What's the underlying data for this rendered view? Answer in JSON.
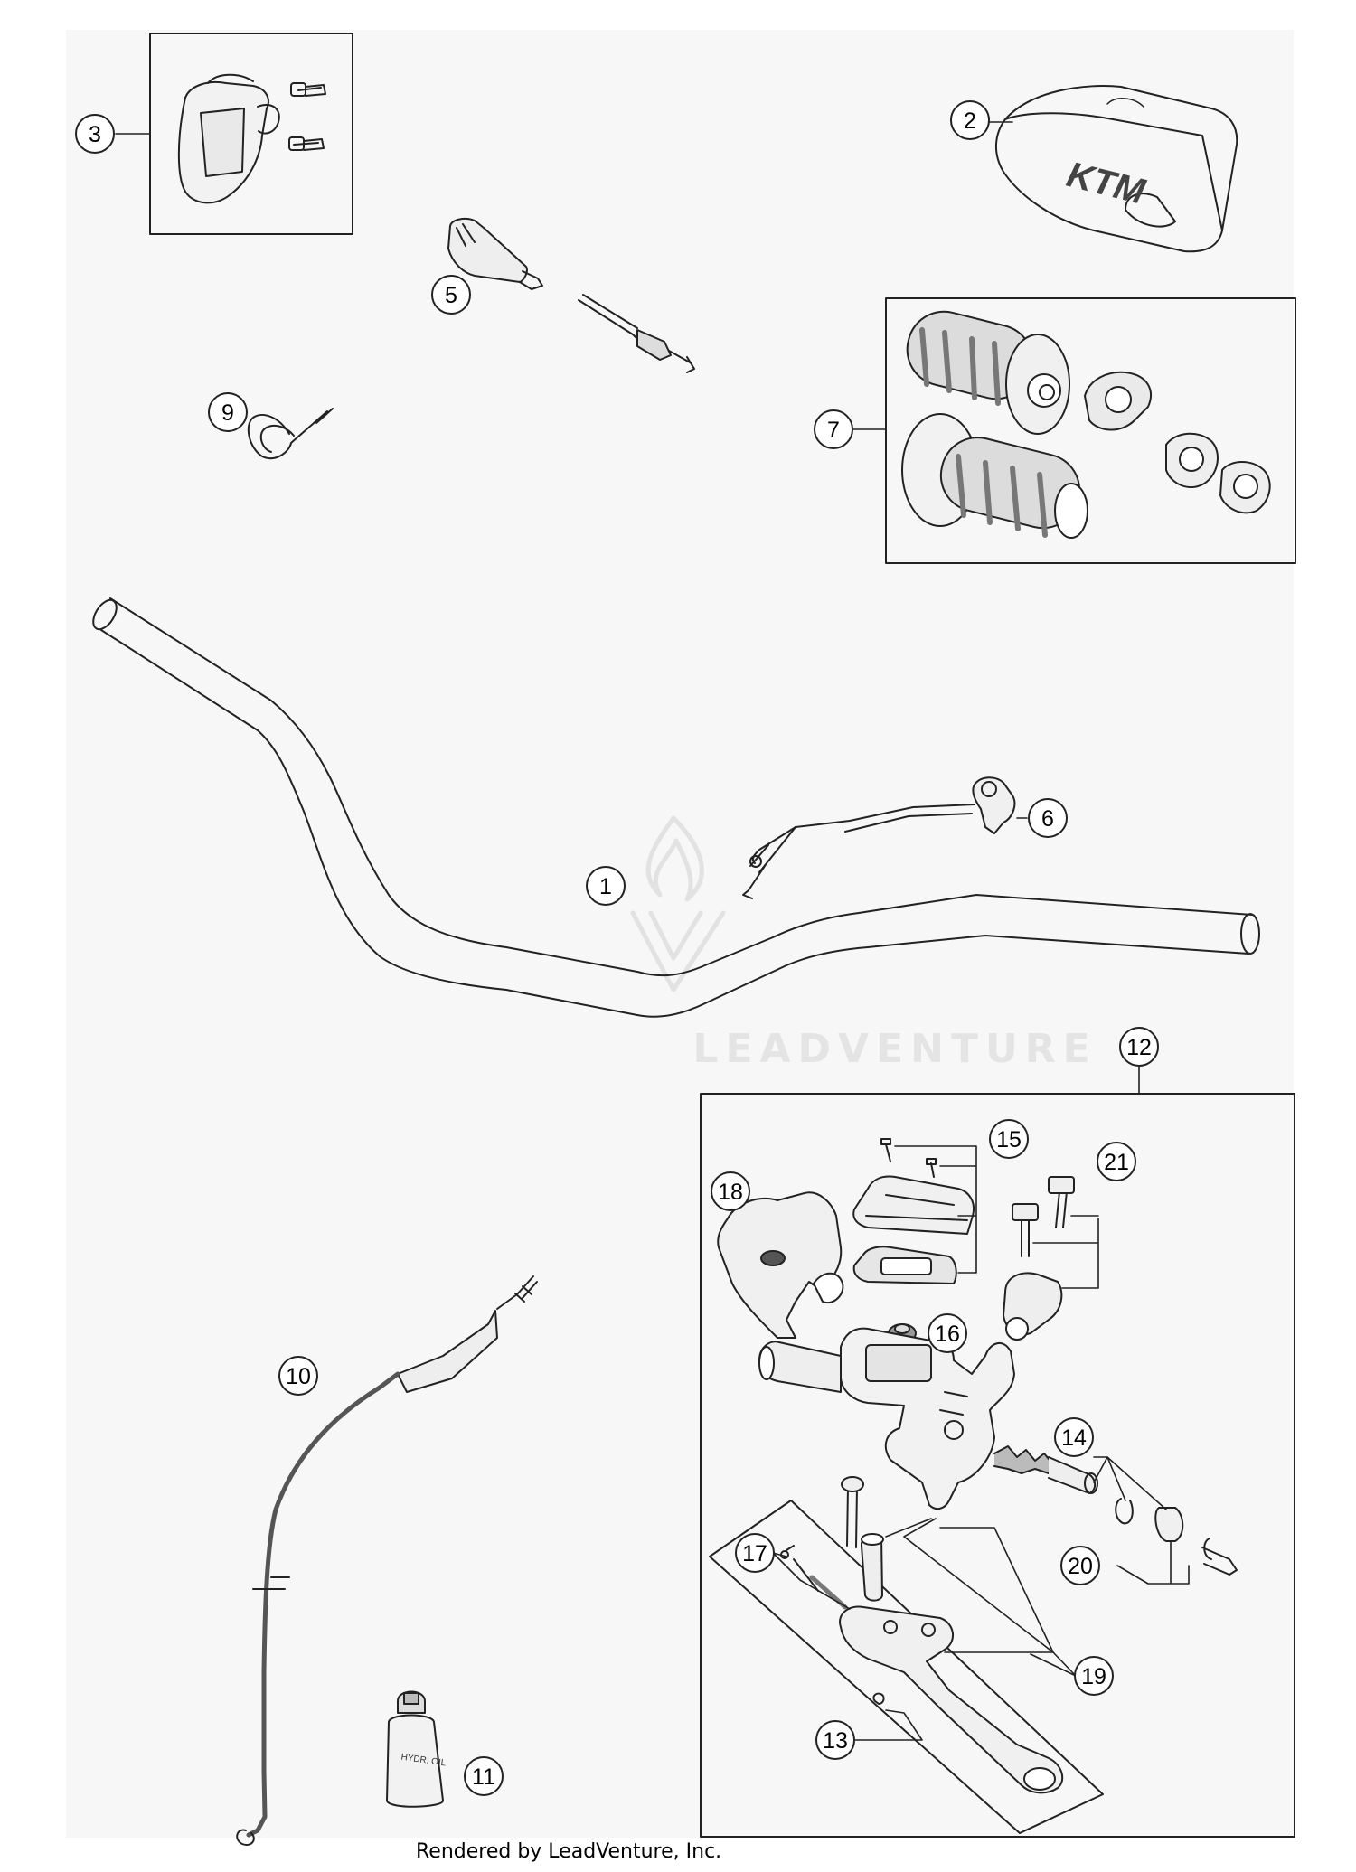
{
  "diagram": {
    "callouts": [
      {
        "id": "1",
        "label": "1"
      },
      {
        "id": "2",
        "label": "2"
      },
      {
        "id": "3",
        "label": "3"
      },
      {
        "id": "5",
        "label": "5"
      },
      {
        "id": "6",
        "label": "6"
      },
      {
        "id": "7",
        "label": "7"
      },
      {
        "id": "9",
        "label": "9"
      },
      {
        "id": "10",
        "label": "10"
      },
      {
        "id": "11",
        "label": "11"
      },
      {
        "id": "12",
        "label": "12"
      },
      {
        "id": "13",
        "label": "13"
      },
      {
        "id": "14",
        "label": "14"
      },
      {
        "id": "15",
        "label": "15"
      },
      {
        "id": "16",
        "label": "16"
      },
      {
        "id": "17",
        "label": "17"
      },
      {
        "id": "18",
        "label": "18"
      },
      {
        "id": "19",
        "label": "19"
      },
      {
        "id": "20",
        "label": "20"
      },
      {
        "id": "21",
        "label": "21"
      }
    ],
    "grip_logo": "KTM",
    "bottle_label": "HYDR. OIL",
    "watermark": "LEADVENTURE",
    "footer": "Rendered by LeadVenture, Inc."
  },
  "colors": {
    "background": "#f7f7f7",
    "line": "#222222",
    "watermark": "#e4e4e4"
  }
}
